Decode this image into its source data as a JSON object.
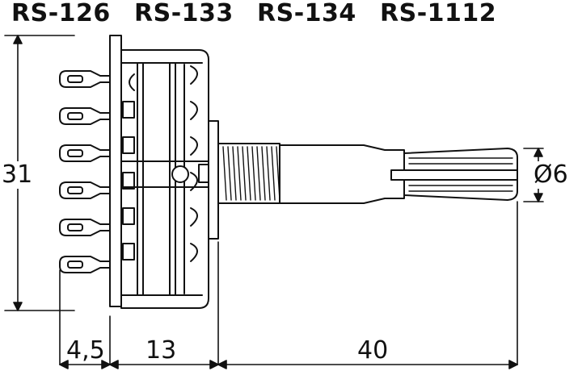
{
  "models": [
    "RS-126",
    "RS-133",
    "RS-134",
    "RS-1112"
  ],
  "dimensions": {
    "height": "31",
    "bushing_offset": "4,5",
    "body_depth": "13",
    "shaft_length": "40",
    "shaft_diameter": "Ø6"
  },
  "terminal_count": 6
}
